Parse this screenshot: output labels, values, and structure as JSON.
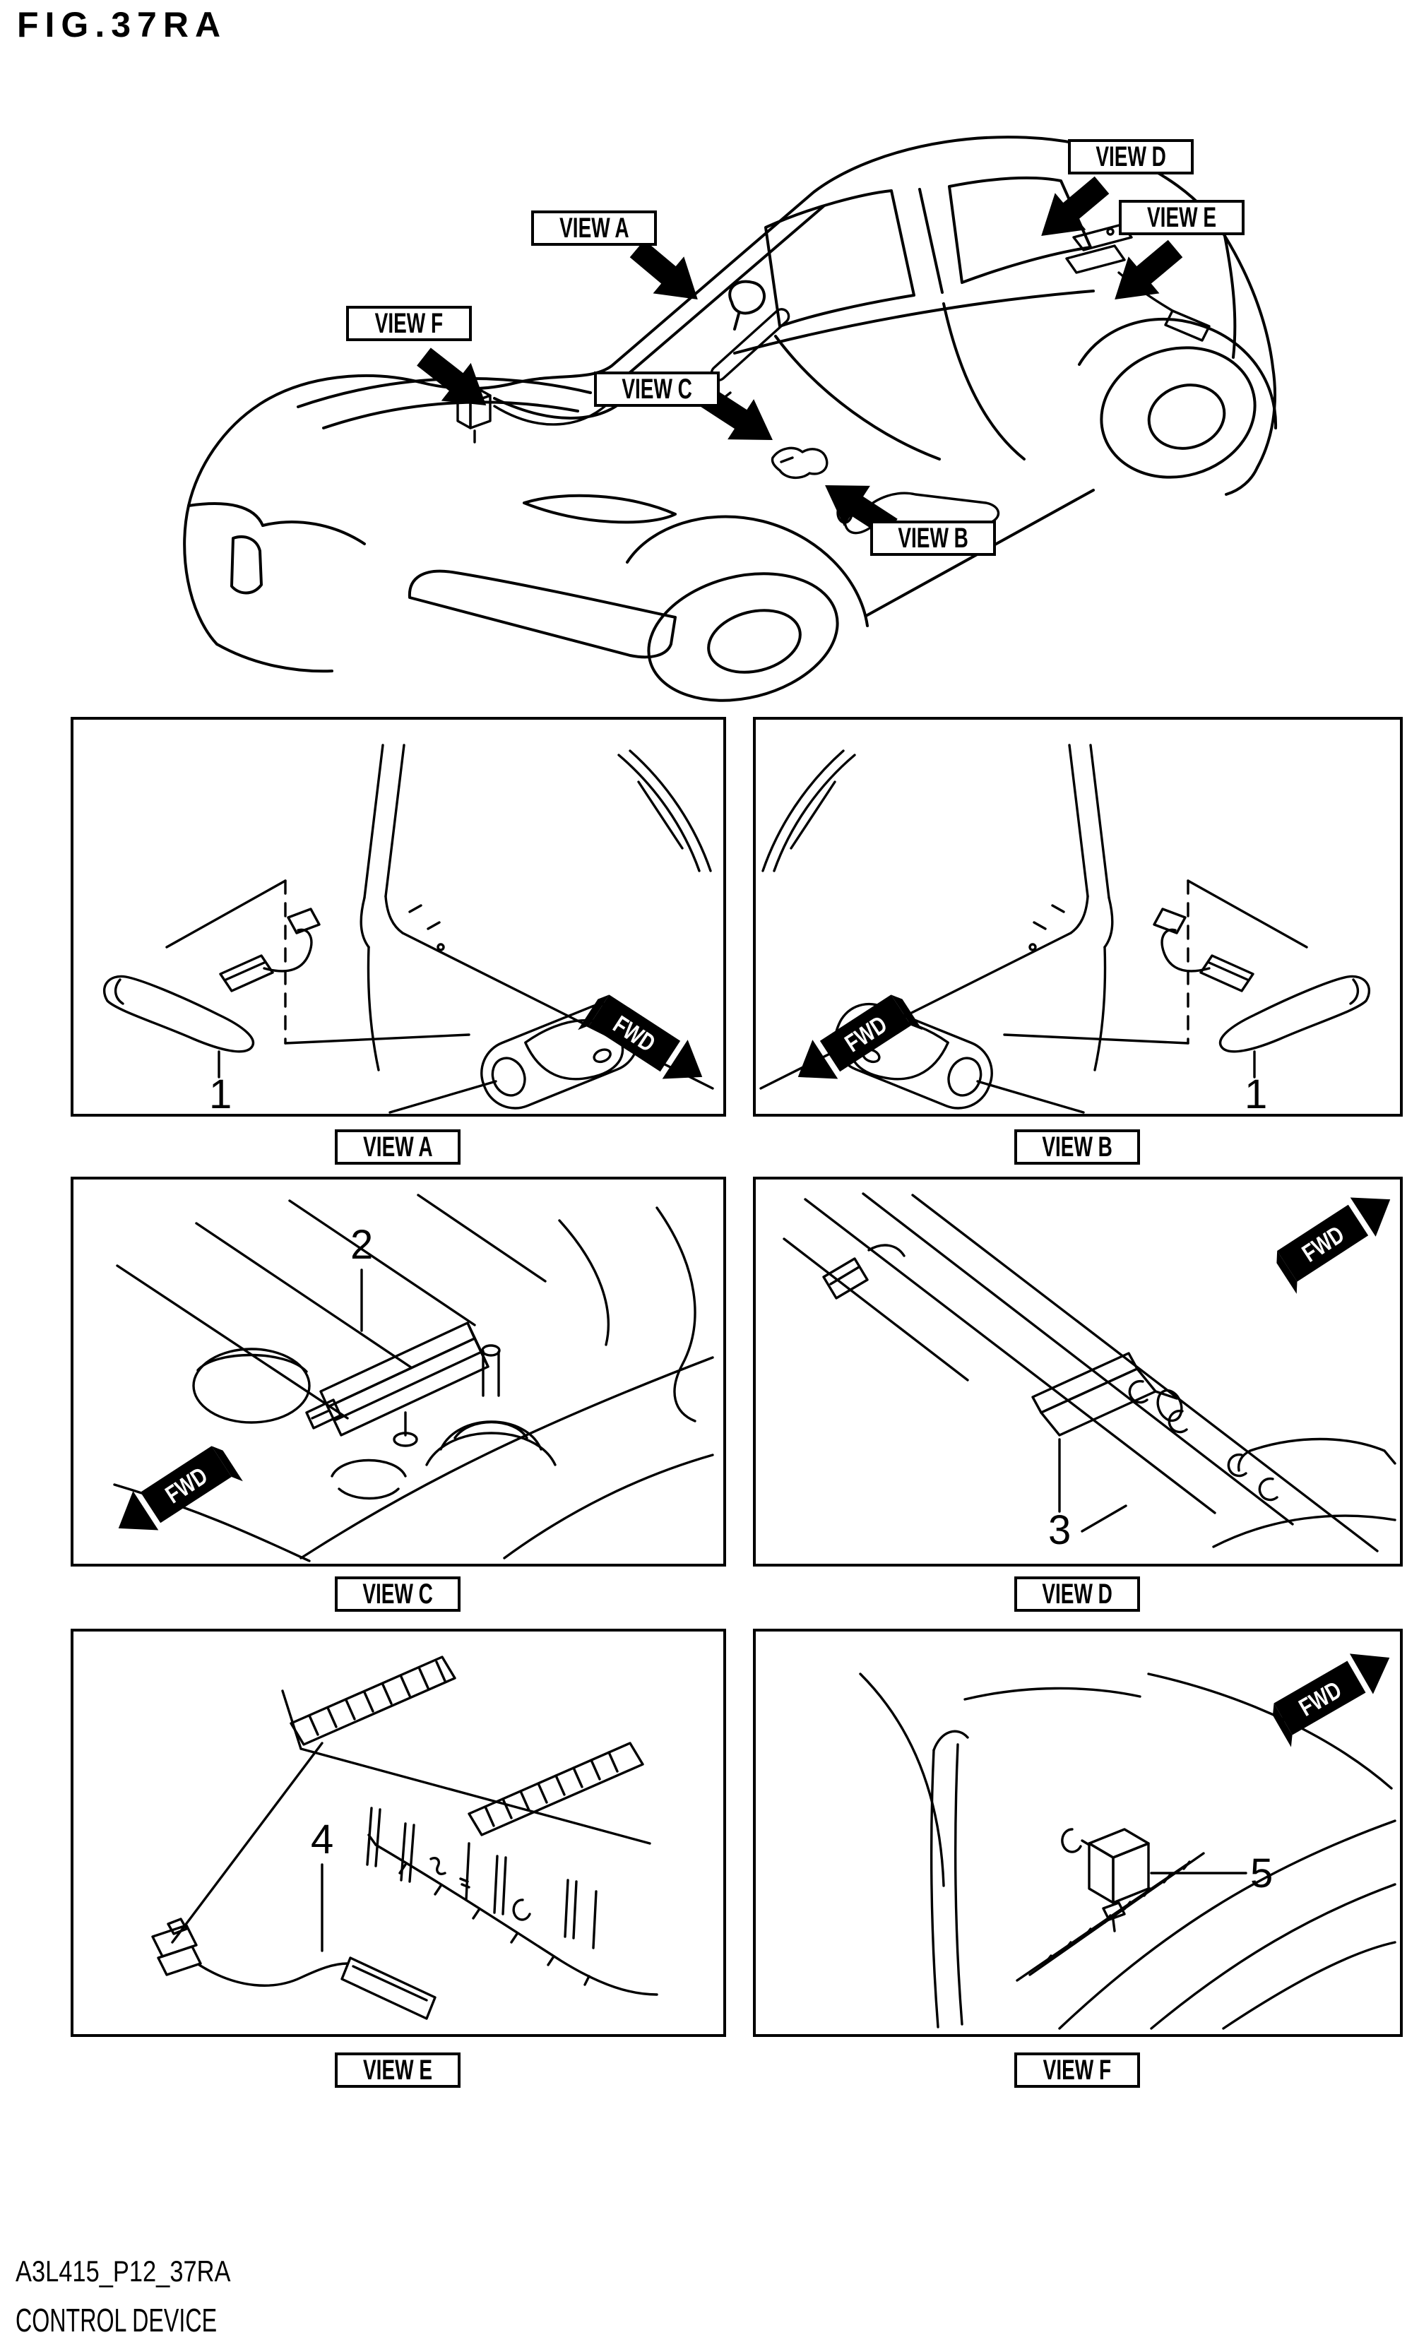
{
  "title": "FIG.37RA",
  "fwd_label": "FWD",
  "car_callouts": [
    {
      "id": "A",
      "label": "VIEW A"
    },
    {
      "id": "B",
      "label": "VIEW B"
    },
    {
      "id": "C",
      "label": "VIEW C"
    },
    {
      "id": "D",
      "label": "VIEW D"
    },
    {
      "id": "E",
      "label": "VIEW E"
    },
    {
      "id": "F",
      "label": "VIEW F"
    }
  ],
  "panels": [
    {
      "id": "A",
      "caption": "VIEW A",
      "fwd_arrow": true,
      "parts": [
        {
          "number": "1"
        }
      ]
    },
    {
      "id": "B",
      "caption": "VIEW B",
      "fwd_arrow": true,
      "parts": [
        {
          "number": "1"
        }
      ]
    },
    {
      "id": "C",
      "caption": "VIEW C",
      "fwd_arrow": true,
      "parts": [
        {
          "number": "2"
        }
      ]
    },
    {
      "id": "D",
      "caption": "VIEW D",
      "fwd_arrow": true,
      "parts": [
        {
          "number": "3"
        }
      ]
    },
    {
      "id": "E",
      "caption": "VIEW E",
      "fwd_arrow": false,
      "parts": [
        {
          "number": "4"
        }
      ]
    },
    {
      "id": "F",
      "caption": "VIEW F",
      "fwd_arrow": true,
      "parts": [
        {
          "number": "5"
        }
      ]
    }
  ],
  "footer": {
    "drawing_code": "A3L415_P12_37RA",
    "figure_caption": "CONTROL DEVICE"
  }
}
